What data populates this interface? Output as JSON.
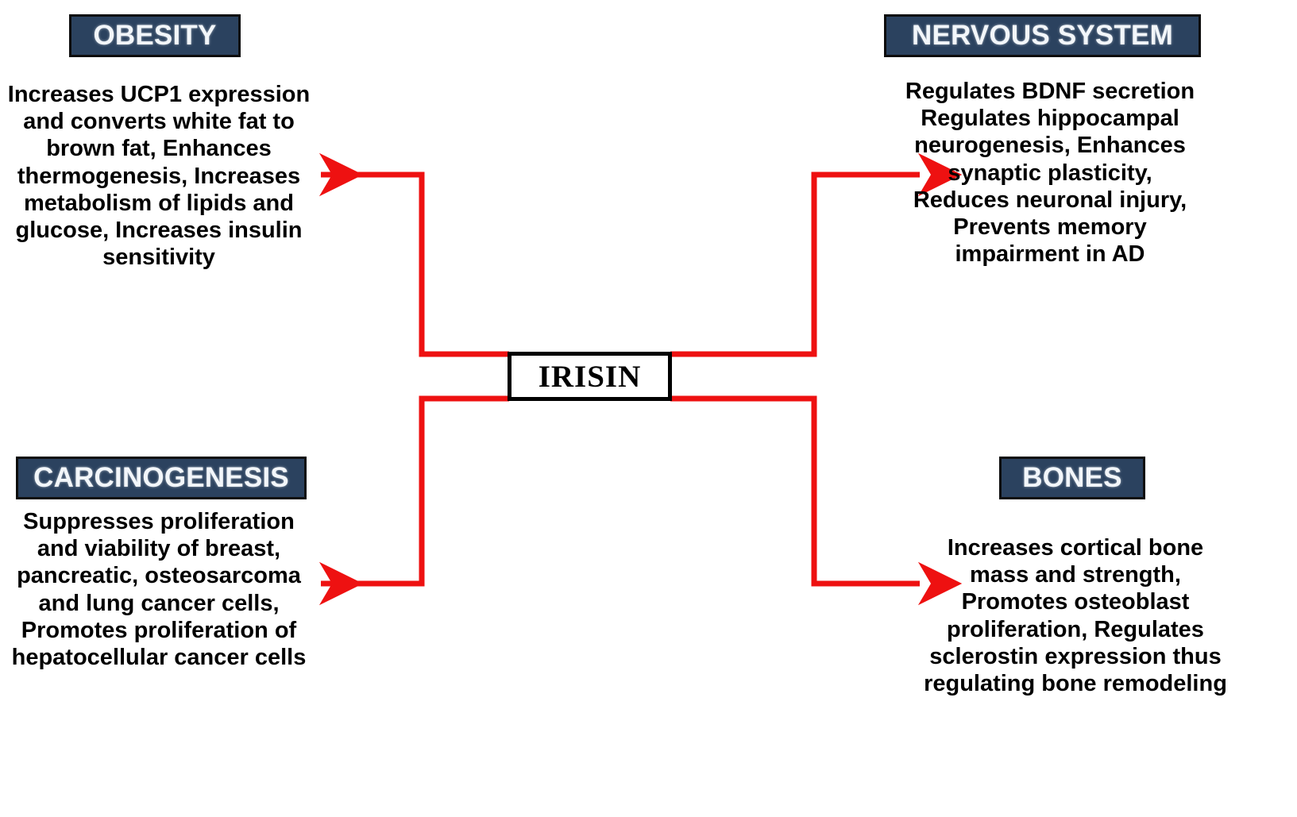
{
  "diagram": {
    "title": "IRISIN",
    "center": {
      "label": "IRISIN"
    },
    "accent_color": "#ee1111",
    "chip_fill": "#2b425f",
    "chip_border": "#0d0d0d",
    "chip_text_color": "#f2f6fa",
    "body_text_color": "#000000",
    "background": "#ffffff",
    "nodes": [
      {
        "id": "obesity",
        "heading": "OBESITY",
        "position": "top-left",
        "arrow_direction": "left",
        "body": "Increases UCP1 expression and converts white fat to brown fat, Enhances thermogenesis, Increases metabolism of lipids and glucose, Increases insulin sensitivity"
      },
      {
        "id": "nervous-system",
        "heading": "NERVOUS SYSTEM",
        "position": "top-right",
        "arrow_direction": "right",
        "body": "Regulates BDNF secretion Regulates hippocampal neurogenesis, Enhances synaptic plasticity, Reduces neuronal injury, Prevents memory impairment in AD"
      },
      {
        "id": "carcinogenesis",
        "heading": "CARCINOGENESIS",
        "position": "bottom-left",
        "arrow_direction": "left",
        "body": "Suppresses proliferation and viability of breast, pancreatic, osteosarcoma and lung cancer cells, Promotes proliferation of hepatocellular cancer cells"
      },
      {
        "id": "bones",
        "heading": "BONES",
        "position": "bottom-right",
        "arrow_direction": "right",
        "body": "Increases cortical bone mass and strength, Promotes osteoblast proliferation, Regulates sclerostin expression thus regulating bone remodeling"
      }
    ]
  }
}
